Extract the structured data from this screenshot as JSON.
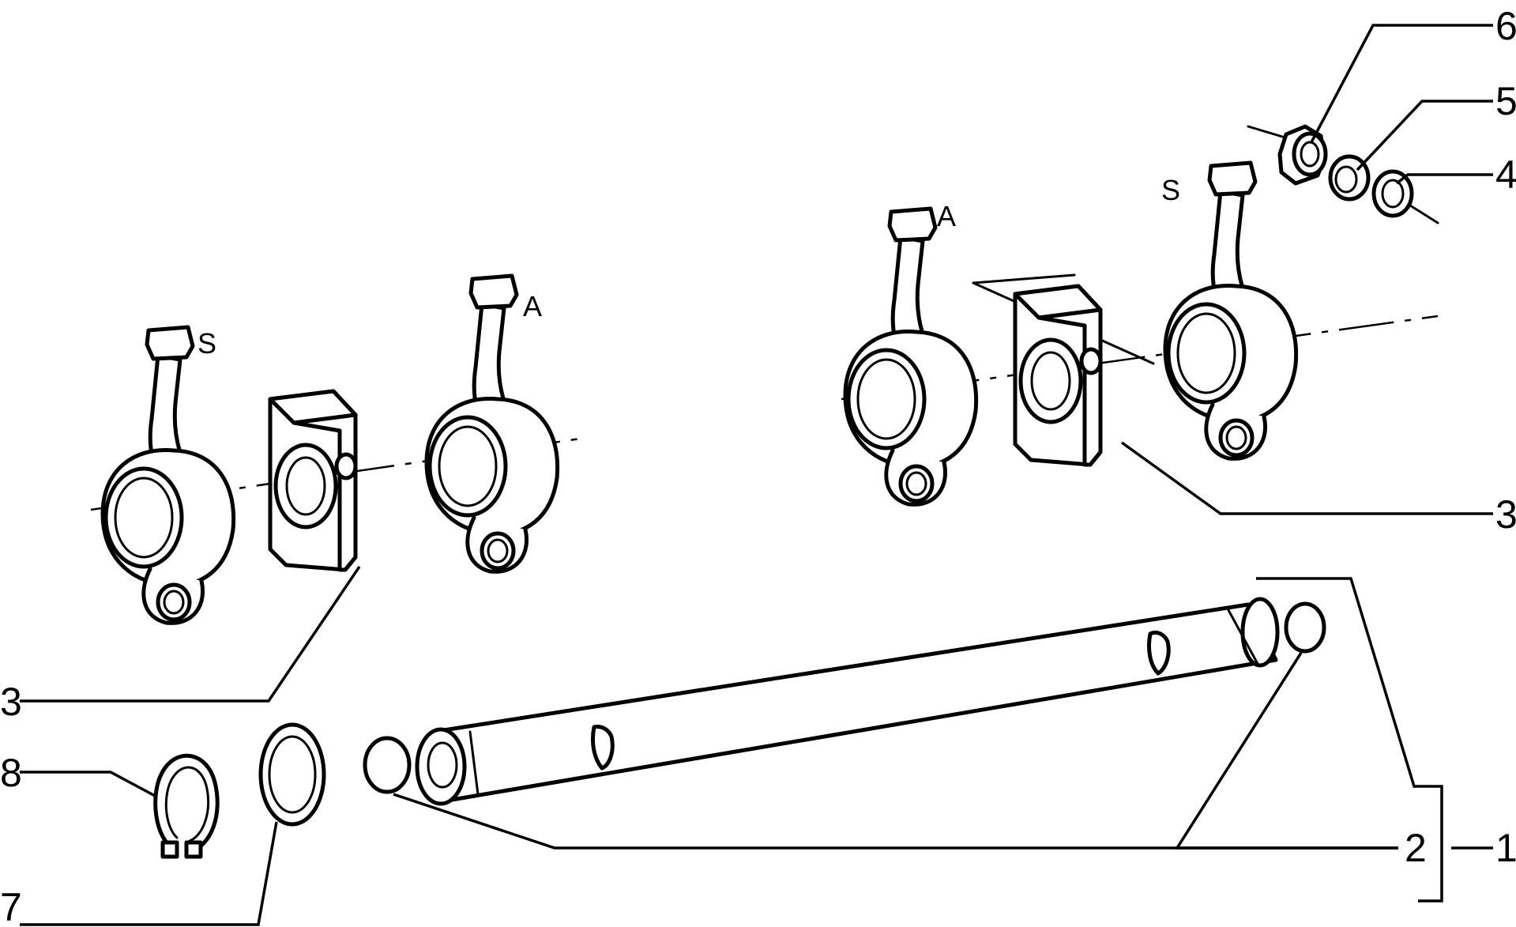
{
  "callouts": {
    "c1": "1",
    "c2": "2",
    "c3_left": "3",
    "c3_right": "3",
    "c4": "4",
    "c5": "5",
    "c6": "6",
    "c7": "7",
    "c8": "8"
  },
  "side_labels": {
    "left_arm_1": "S",
    "left_arm_2": "A",
    "right_arm_1": "A",
    "right_arm_2": "S"
  }
}
